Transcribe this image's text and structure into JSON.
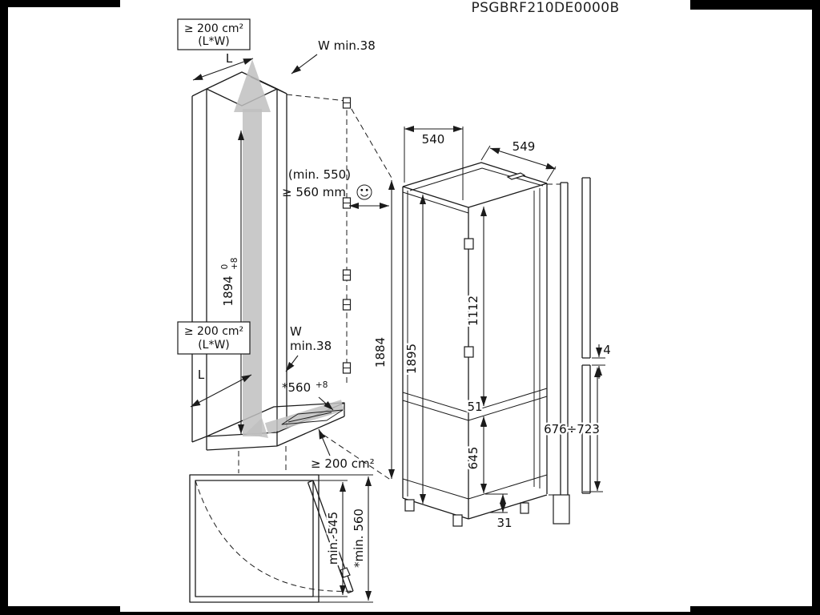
{
  "title": {
    "part_number": "PSGBRF210DE0000B"
  },
  "niche": {
    "vent_top_line1": "≥ 200 cm²",
    "vent_top_line2": "(L*W)",
    "vent_mid_line1": "≥ 200 cm²",
    "vent_mid_line2": "(L*W)",
    "vent_bottom": "≥ 200 cm²",
    "length_top": "L",
    "length_bottom": "L",
    "wall_top": "W min.38",
    "wall_mid_1": "W",
    "wall_mid_2": "min.38",
    "depth_min": "(min. 550)",
    "depth_rec": "≥ 560 mm",
    "height_value": "1894",
    "height_tol_upper": "0",
    "height_tol_lower": "+8",
    "door_height": "1884",
    "base_depth_value": "*560",
    "base_depth_tol": "+8"
  },
  "appliance": {
    "width": "540",
    "depth": "549",
    "height": "1895",
    "upper_compartment": "1112",
    "door_gap": "51",
    "lower_compartment": "645",
    "base_vent": "31"
  },
  "side_view": {
    "panel_gap": "4",
    "lower_panel_height": "676÷723"
  },
  "top_view": {
    "depth_min": "min. 545",
    "depth_required": "*min. 560"
  }
}
